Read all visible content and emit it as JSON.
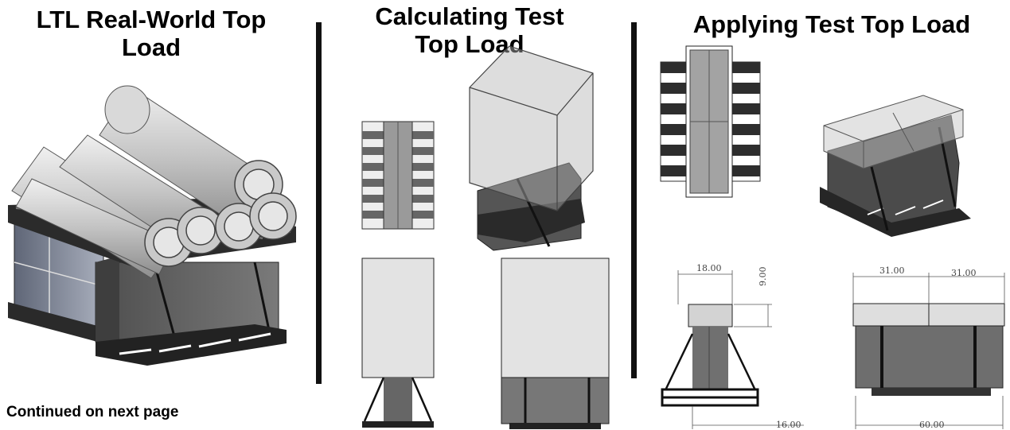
{
  "headings": {
    "real_world": "LTL Real-World Top Load",
    "calculating": "Calculating Test Top Load",
    "applying": "Applying Test Top Load"
  },
  "footer_note": "Continued on next page",
  "dimensions": {
    "top_width": "18.00",
    "top_height": "9.00",
    "base_offset": "16.00",
    "left_box": "31.00",
    "right_box": "31.00",
    "total_width": "60.00"
  },
  "colors": {
    "divider": "#111111",
    "pipe": "#c8c8c8",
    "crate": "#6b6b6b",
    "pallet": "#2a2a2a",
    "load_box": "#d8d8d8"
  }
}
